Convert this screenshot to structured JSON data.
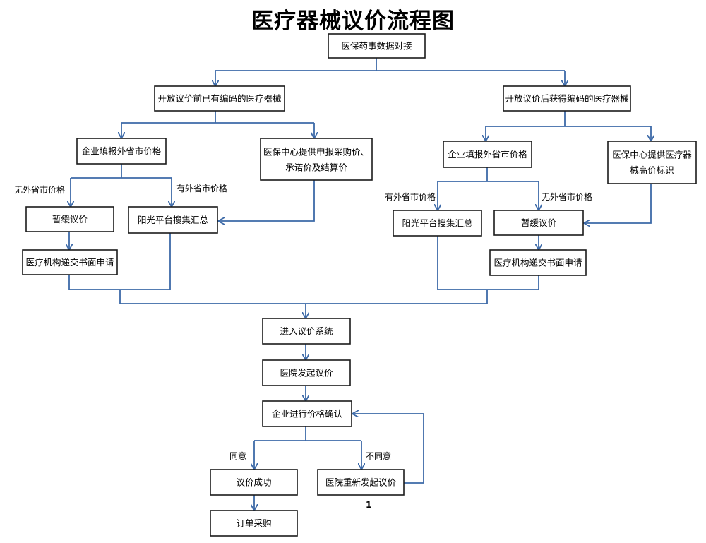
{
  "title": "医疗器械议价流程图",
  "page_number": "1",
  "nodes": {
    "start": "医保药事数据对接",
    "branch_left": "开放议价前已有编码的医疗器械",
    "branch_right": "开放议价后获得编码的医疗器械",
    "left_fill": "企业填报外省市价格",
    "left_center": [
      "医保中心提供申报采购价、",
      "承诺价及结算价"
    ],
    "left_suspend": "暂缓议价",
    "left_sun": "阳光平台搜集汇总",
    "left_apply": "医疗机构递交书面申请",
    "right_fill": "企业填报外省市价格",
    "right_center": [
      "医保中心提供医疗器",
      "械高价标识"
    ],
    "right_sun": "阳光平台搜集汇总",
    "right_suspend": "暂缓议价",
    "right_apply": "医疗机构递交书面申请",
    "enter": "进入议价系统",
    "hospital_start": "医院发起议价",
    "confirm": "企业进行价格确认",
    "success": "议价成功",
    "restart": "医院重新发起议价",
    "order": "订单采购"
  },
  "labels": {
    "no_price_left": "无外省市价格",
    "has_price_left": "有外省市价格",
    "has_price_right": "有外省市价格",
    "no_price_right": "无外省市价格",
    "agree": "同意",
    "disagree": "不同意"
  },
  "colors": {
    "connector": "#3d6aa8",
    "box_border": "#1a1a1a"
  }
}
